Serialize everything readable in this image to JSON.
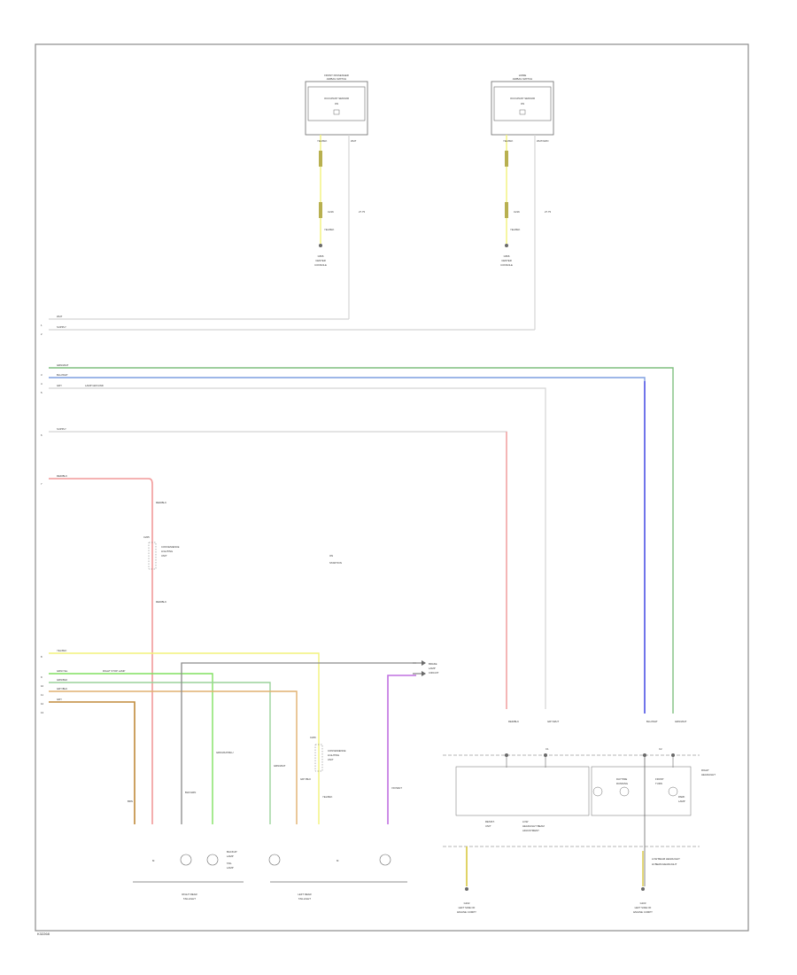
{
  "figure_ref": "K32268",
  "colors": {
    "frame": "#8c8c8c",
    "ink": "#6a6a6a",
    "wire_gray": "#d4d4d4",
    "wire_dark_gray": "#8a8a8a",
    "wire_green": "#7fbf7f",
    "wire_blue": "#7f9fe0",
    "wire_blue_vertical": "#4a4ae6",
    "wire_red": "#f29a9a",
    "wire_yellow": "#f2f27a",
    "wire_light_green": "#80e060",
    "wire_mid_green": "#9ad29a",
    "wire_tan": "#e0b070",
    "wire_brown": "#c08a3a",
    "wire_violet": "#c070e0",
    "wire_ground": "#d8c840"
  },
  "modules": {
    "left": {
      "title_1": "FRONT PASSENGER",
      "title_2": "AIRBAG SWITCH",
      "inner_1": "OCCUPANT SENSOR",
      "inner_2": "ON"
    },
    "right": {
      "title_1": "HOME",
      "title_2": "AIRBAG SWITCH",
      "inner_1": "OCCUPANT SENSOR",
      "inner_2": "ON"
    }
  },
  "module_wires": {
    "left_a": "YEL/BLK",
    "left_b": "WHT",
    "left_bottom": "YEL/BLK",
    "left_splice": "C216",
    "left_splice_b": "27.75",
    "left_term_1": "G506",
    "left_term_2": "CENTER",
    "left_term_3": "CONSOLE",
    "right_a": "YEL/BLK",
    "right_b": "WHT/GRN",
    "right_bottom": "YEL/BLK",
    "right_splice": "C216",
    "right_splice_b": "27.75",
    "right_term_1": "G506",
    "right_term_2": "CENTER",
    "right_term_3": "CONSOLE"
  },
  "bus_labels": {
    "row1_a": "WHT",
    "row1_b": "SUPPLY",
    "row3_a": "GRN/WHT",
    "row4_a": "BLU/WHT",
    "row5_a": "GRY",
    "row5_b": "LAMP GROUND",
    "row6_a": "SUPPLY",
    "row7_a": "RED/BLK"
  },
  "bus_pins": [
    "1",
    "2",
    "3",
    "4",
    "5",
    "6",
    "7"
  ],
  "lower_pins": [
    "8",
    "9",
    "10",
    "11",
    "12",
    "13"
  ],
  "middle": {
    "conn_top": "C205",
    "conn_1": "CONVENIENCE",
    "conn_2": "LIGHTING",
    "conn_3": "UNIT",
    "wire_red_upper": "RED/BLK",
    "wire_red_lower": "RED/BLK",
    "legend_1": "ON",
    "legend_2": "START/ON"
  },
  "lower_left": {
    "row8": "YEL/BLK",
    "row9_a": "GRN/YEL",
    "row9_b": "RIGHT STOP LAMP",
    "row10": "GRN/BLK",
    "row11": "GRY/BLK",
    "row12": "GRY",
    "arrow_1": "BRAKE",
    "arrow_2": "LAMP",
    "arrow_3": "CIRCUIT",
    "conn_bot": "C206",
    "conn_bot_1": "CONVENIENCE",
    "conn_bot_2": "LIGHTING",
    "conn_bot_3": "UNIT",
    "wire_dgray": "BLK/GRN",
    "wire_green_a": "GRN/WHT/BLU",
    "wire_lgreen": "GRN/WHT",
    "wire_tan": "GRY/BLK",
    "wire_yellow": "YEL/BLK",
    "wire_violet": "VIO/WHT",
    "wire_brown": "BRN",
    "lamp_left_title_1": "RIGHT REAR",
    "lamp_left_title_2": "TAILLIGHT",
    "lamp_right_title_1": "LEFT REAR",
    "lamp_right_title_2": "TAILLIGHT",
    "sym_left": "M",
    "sym_right": "M",
    "lamp_text_1": "BACKUP",
    "lamp_text_2": "LAMP",
    "lamp_text_3": "TAIL",
    "lamp_text_4": "LAMP"
  },
  "lower_right": {
    "wire_red_drop": "RED/BLK",
    "wire_gray_drop": "GRY/WHT",
    "wire_blue_drop": "BLU/WHT",
    "wire_green_drop": "GRN/WHT",
    "conn_left": "C1",
    "conn_right": "C2",
    "panel_right_1": "RIGHT",
    "panel_right_2": "HEADLIGHT",
    "bulb_1": "DAYTIME",
    "bulb_1b": "RUNNING",
    "bulb_2": "FRONT",
    "bulb_2b": "TURN",
    "bulb_3": "PARK",
    "bulb_3b": "LAMP",
    "module_1": "RESIST.",
    "module_2": "UNIT",
    "module_3": "LOW",
    "module_4": "HEADLIGHT BEAM",
    "module_5": "ADJUSTMENT",
    "ground_note_1": "LOW BEAM HEADLIGHT",
    "ground_note_2": "HI BEAM HEADLIGHT",
    "gnd_left_1": "G102",
    "gnd_left_2": "LEFT SIDE OF",
    "gnd_left_3": "ENGINE COMPT",
    "gnd_right_1": "G103",
    "gnd_right_2": "LEFT SIDE OF",
    "gnd_right_3": "ENGINE COMPT"
  }
}
